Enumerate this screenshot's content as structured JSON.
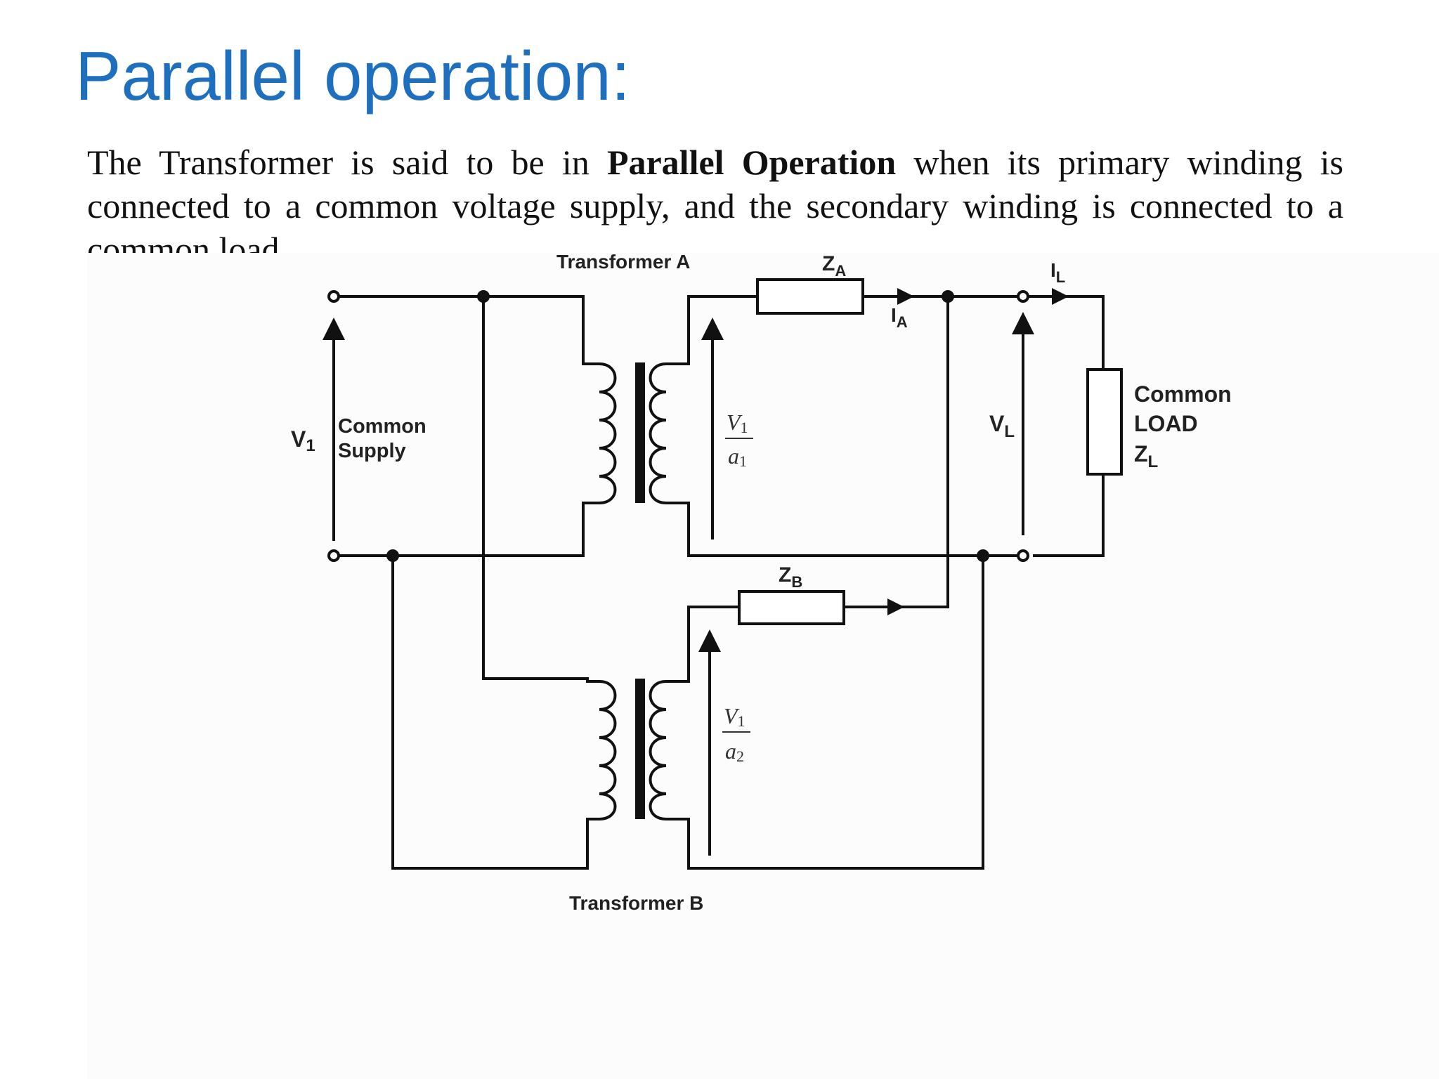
{
  "title": "Parallel operation:",
  "body": {
    "line_start": "The Transformer is said to be in ",
    "emphasis": "Parallel Operation",
    "line_end": " when its primary winding is connected to a common voltage supply, and the secondary winding is connected to a common load."
  },
  "diagram": {
    "transformer_a_label": "Transformer A",
    "transformer_b_label": "Transformer B",
    "za_label": {
      "main": "Z",
      "sub": "A"
    },
    "zb_label": {
      "main": "Z",
      "sub": "B"
    },
    "ia_label": {
      "main": "I",
      "sub": "A"
    },
    "il_label": {
      "main": "I",
      "sub": "L"
    },
    "v1_label": {
      "main": "V",
      "sub": "1"
    },
    "vl_label": {
      "main": "V",
      "sub": "L"
    },
    "supply_label": [
      "Common",
      "Supply"
    ],
    "load_label": [
      "Common",
      "LOAD"
    ],
    "zl_label": {
      "main": "Z",
      "sub": "L"
    },
    "ratio_a": {
      "num_main": "V",
      "num_sub": "1",
      "den_main": "a",
      "den_sub": "1"
    },
    "ratio_b": {
      "num_main": "V",
      "num_sub": "1",
      "den_main": "a",
      "den_sub": "2"
    }
  },
  "colors": {
    "title": "#1f6fbf",
    "text": "#111111",
    "wire": "#111111"
  }
}
